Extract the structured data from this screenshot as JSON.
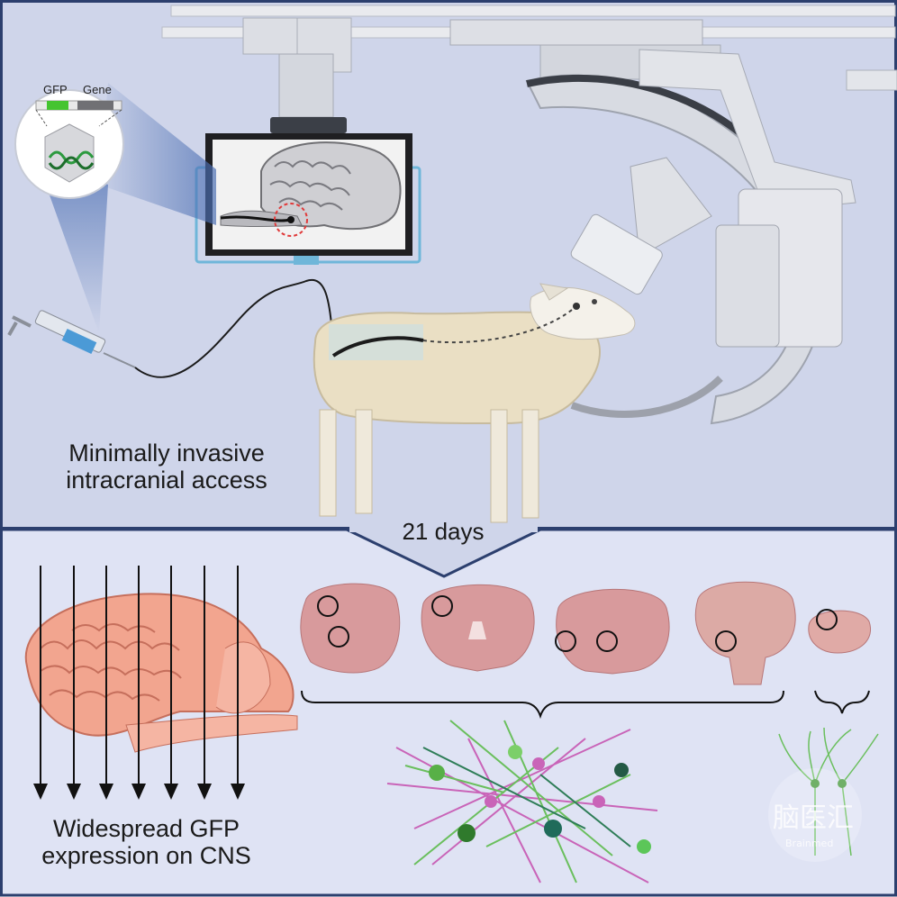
{
  "title": "",
  "panels": {
    "top": {
      "caption": "Minimally invasive intracranial access",
      "vector": {
        "left_label": "GFP",
        "right_label": "Gene"
      },
      "colors": {
        "background": "#cfd5ea",
        "border": "#2c3f6e"
      }
    },
    "bottom": {
      "interval_label": "21 days",
      "caption": "Widespread GFP expression on CNS",
      "colors": {
        "background": "#dfe3f4",
        "border": "#2c3f6e"
      }
    }
  },
  "colors": {
    "gfp_green": "#45c430",
    "brain_pink": "#f2a58f",
    "slice_pink": "#d89a9c",
    "neuron_magenta": "#c964b8",
    "sheep_wool": "#eadfc4"
  },
  "watermark": {
    "logo": "脑医汇",
    "subtext": "Brainmed"
  }
}
